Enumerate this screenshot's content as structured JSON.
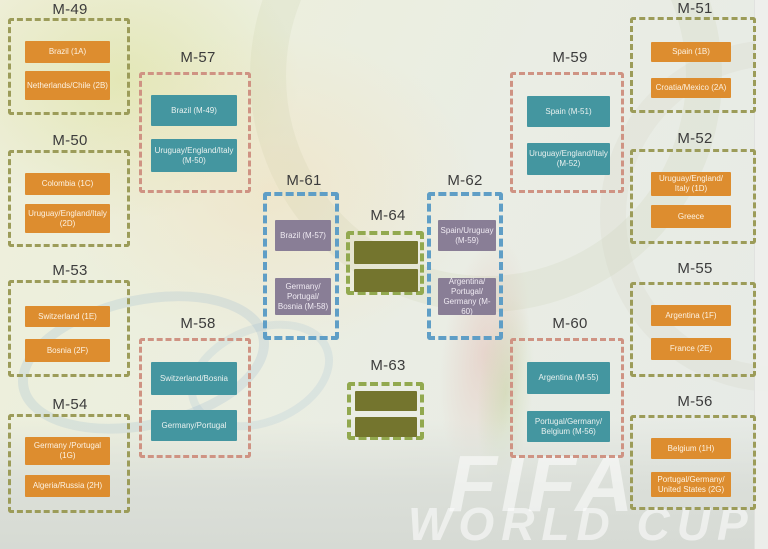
{
  "watermark": {
    "fifa": "FIFA",
    "world_cup": "WORLD CUP"
  },
  "colors": {
    "group_dash_olive": "#9c9c59",
    "quarter_dash_salmon": "#cf9383",
    "semi_dash_blue": "#5f9ec6",
    "final_dash_green": "#92a94f",
    "team_orange": "#dd8d2f",
    "team_teal": "#4496a0",
    "team_purple": "#897e96",
    "empty_slot_olive": "#74752e"
  },
  "matches": {
    "m49": {
      "title": "M-49",
      "teams": [
        "Brazil (1A)",
        "Netherlands/Chile (2B)"
      ]
    },
    "m50": {
      "title": "M-50",
      "teams": [
        "Colombia (1C)",
        "Uruguay/England/Italy (2D)"
      ]
    },
    "m53": {
      "title": "M-53",
      "teams": [
        "Switzerland (1E)",
        "Bosnia (2F)"
      ]
    },
    "m54": {
      "title": "M-54",
      "teams": [
        "Germany /Portugal (1G)",
        "Algeria/Russia (2H)"
      ]
    },
    "m57": {
      "title": "M-57",
      "teams": [
        "Brazil (M-49)",
        "Uruguay/England/Italy (M-50)"
      ]
    },
    "m58": {
      "title": "M-58",
      "teams": [
        "Switzerland/Bosnia",
        "Germany/Portugal"
      ]
    },
    "m61": {
      "title": "M-61",
      "teams": [
        "Brazil (M-57)",
        "Germany/Portugal/Bosnia (M-58)"
      ]
    },
    "m62": {
      "title": "M-62",
      "teams": [
        "Spain/Uruguay (M-59)",
        "Argentina/Portugal/Germany (M-60)"
      ]
    },
    "m64": {
      "title": "M-64",
      "teams": [
        "",
        ""
      ]
    },
    "m63": {
      "title": "M-63",
      "teams": [
        "",
        ""
      ]
    },
    "m59": {
      "title": "M-59",
      "teams": [
        "Spain (M-51)",
        "Uruguay/England/Italy (M-52)"
      ]
    },
    "m60": {
      "title": "M-60",
      "teams": [
        "Argentina (M-55)",
        "Portugal/Germany/Belgium (M-56)"
      ]
    },
    "m51": {
      "title": "M-51",
      "teams": [
        "Spain (1B)",
        "Croatia/Mexico (2A)"
      ]
    },
    "m52": {
      "title": "M-52",
      "teams": [
        "Uruguay/England/Italy (1D)",
        "Greece"
      ]
    },
    "m55": {
      "title": "M-55",
      "teams": [
        "Argentina (1F)",
        "France (2E)"
      ]
    },
    "m56": {
      "title": "M-56",
      "teams": [
        "Belgium (1H)",
        "Portugal/Germany/United States (2G)"
      ]
    }
  }
}
